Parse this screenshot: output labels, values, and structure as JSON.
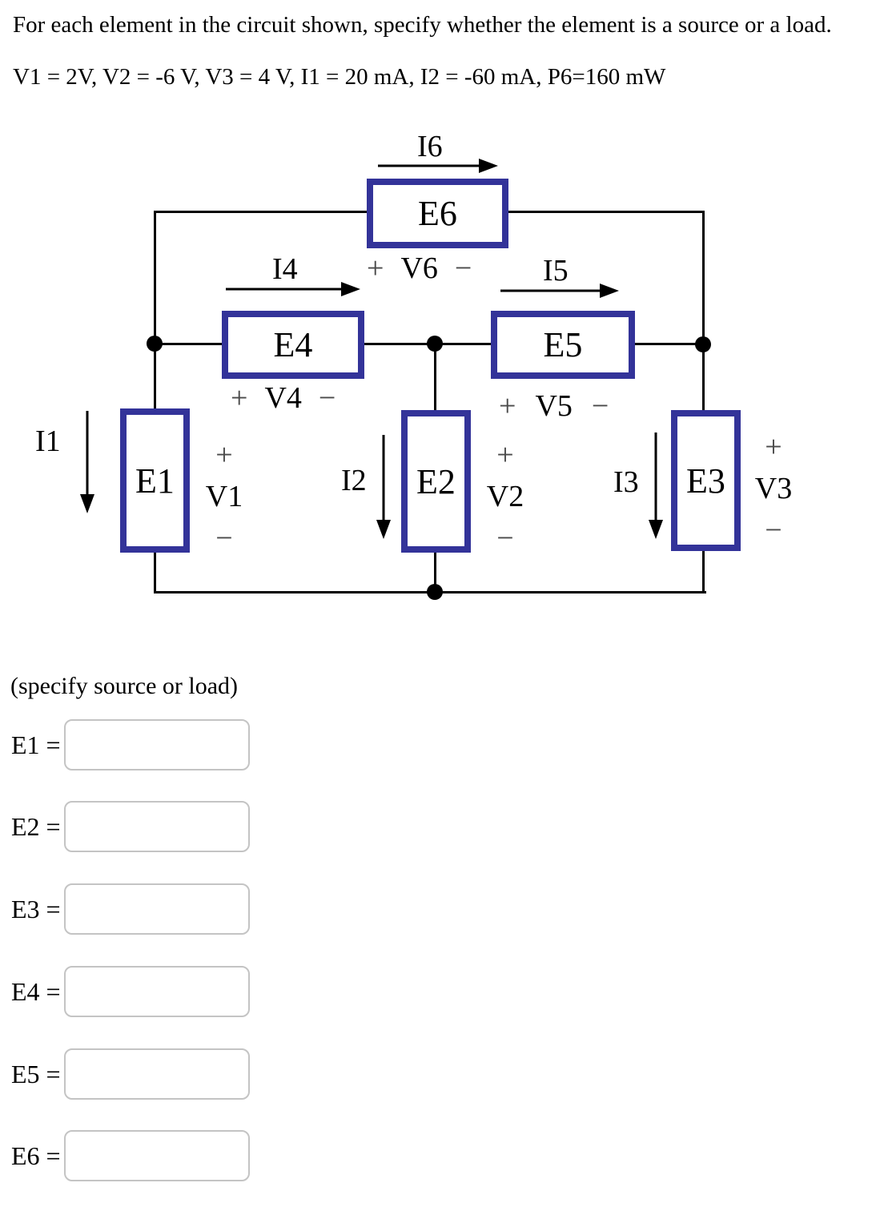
{
  "title": "For each element in the circuit shown, specify whether the element is a source or a load.",
  "given": "V1 = 2V, V2 = -6 V, V3 = 4 V, I1 = 20 mA, I2 = -60 mA, P6=160 mW",
  "circuit": {
    "boxes": {
      "e1": "E1",
      "e2": "E2",
      "e3": "E3",
      "e4": "E4",
      "e5": "E5",
      "e6": "E6"
    },
    "currents": {
      "i1": "I1",
      "i2": "I2",
      "i3": "I3",
      "i4": "I4",
      "i5": "I5",
      "i6": "I6"
    },
    "voltages": {
      "v1": "V1",
      "v2": "V2",
      "v3": "V3",
      "v4": "V4",
      "v5": "V5",
      "v6": "V6"
    },
    "plus": "+",
    "minus": "−",
    "colors": {
      "element_border": "#333399",
      "wire": "#000000"
    }
  },
  "form": {
    "heading": "(specify source or load)",
    "input_border_color": "#c4c4c4",
    "rows": [
      {
        "id": "e1",
        "label": "E1 =",
        "value": ""
      },
      {
        "id": "e2",
        "label": "E2 =",
        "value": ""
      },
      {
        "id": "e3",
        "label": "E3 =",
        "value": ""
      },
      {
        "id": "e4",
        "label": "E4 =",
        "value": ""
      },
      {
        "id": "e5",
        "label": "E5 =",
        "value": ""
      },
      {
        "id": "e6",
        "label": "E6 =",
        "value": ""
      }
    ]
  }
}
